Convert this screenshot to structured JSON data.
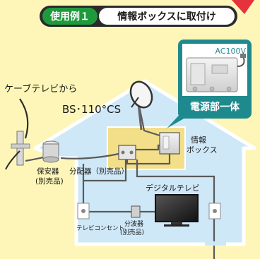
{
  "header": {
    "example_label": "使用例１",
    "title": "情報ボックスに取付け"
  },
  "callout": {
    "voltage": "AC100V",
    "power_unit_label": "電源部一体"
  },
  "labels": {
    "cable_tv": "ケーブテレビから",
    "bs_cs": "BS･110°CS",
    "info_box_line1": "情報",
    "info_box_line2": "ボックス",
    "protector_line1": "保安器",
    "protector_line2": "(別売品)",
    "divider": "分配器（別売品）",
    "digital_tv": "デジタルテレビ",
    "tv_outlet": "テレビコンセント",
    "splitter_line1": "分波器",
    "splitter_line2": "(別売品)"
  },
  "colors": {
    "background": "#fdf6b8",
    "house_fill": "#cfe8f7",
    "house_outline": "#ffffff",
    "header_dark": "#2b2b2b",
    "header_green": "#1e9a3c",
    "callout_teal": "#1f8a8e",
    "accent_red": "#e6323c"
  }
}
